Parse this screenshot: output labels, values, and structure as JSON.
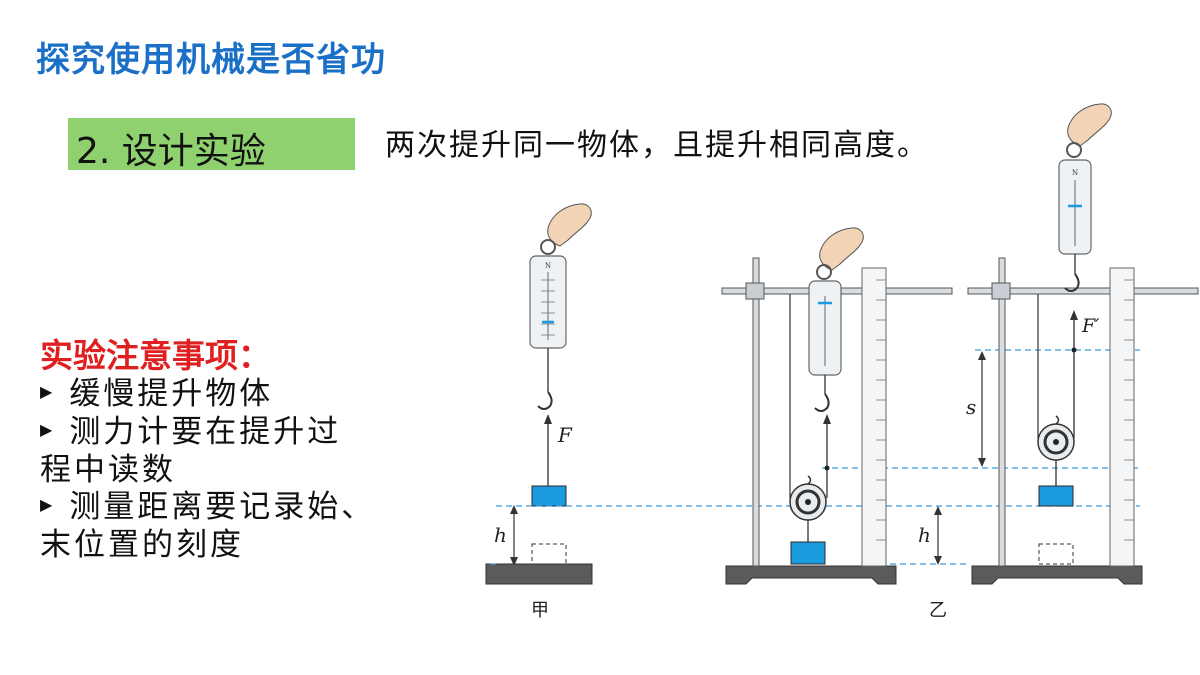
{
  "title": "探究使用机械是否省功",
  "step": {
    "label": "2. 设计实验",
    "description": "两次提升同一物体，且提升相同高度。"
  },
  "notes": {
    "heading": "实验注意事项：",
    "items": [
      "缓慢提升物体",
      "测力计要在提升过",
      "程中读数",
      "测量距离要记录始、",
      "末位置的刻度"
    ]
  },
  "figure": {
    "label_jia": "甲",
    "label_yi": "乙",
    "force_F": "F",
    "force_F_prime": "F′",
    "dist_h": "h",
    "dist_s": "s",
    "scale_unit": "N",
    "colors": {
      "block": "#1a9be0",
      "dashed": "#3a9ad9",
      "title": "#1a6fc7",
      "box": "#8fd16e",
      "note_heading": "#e02020"
    }
  }
}
